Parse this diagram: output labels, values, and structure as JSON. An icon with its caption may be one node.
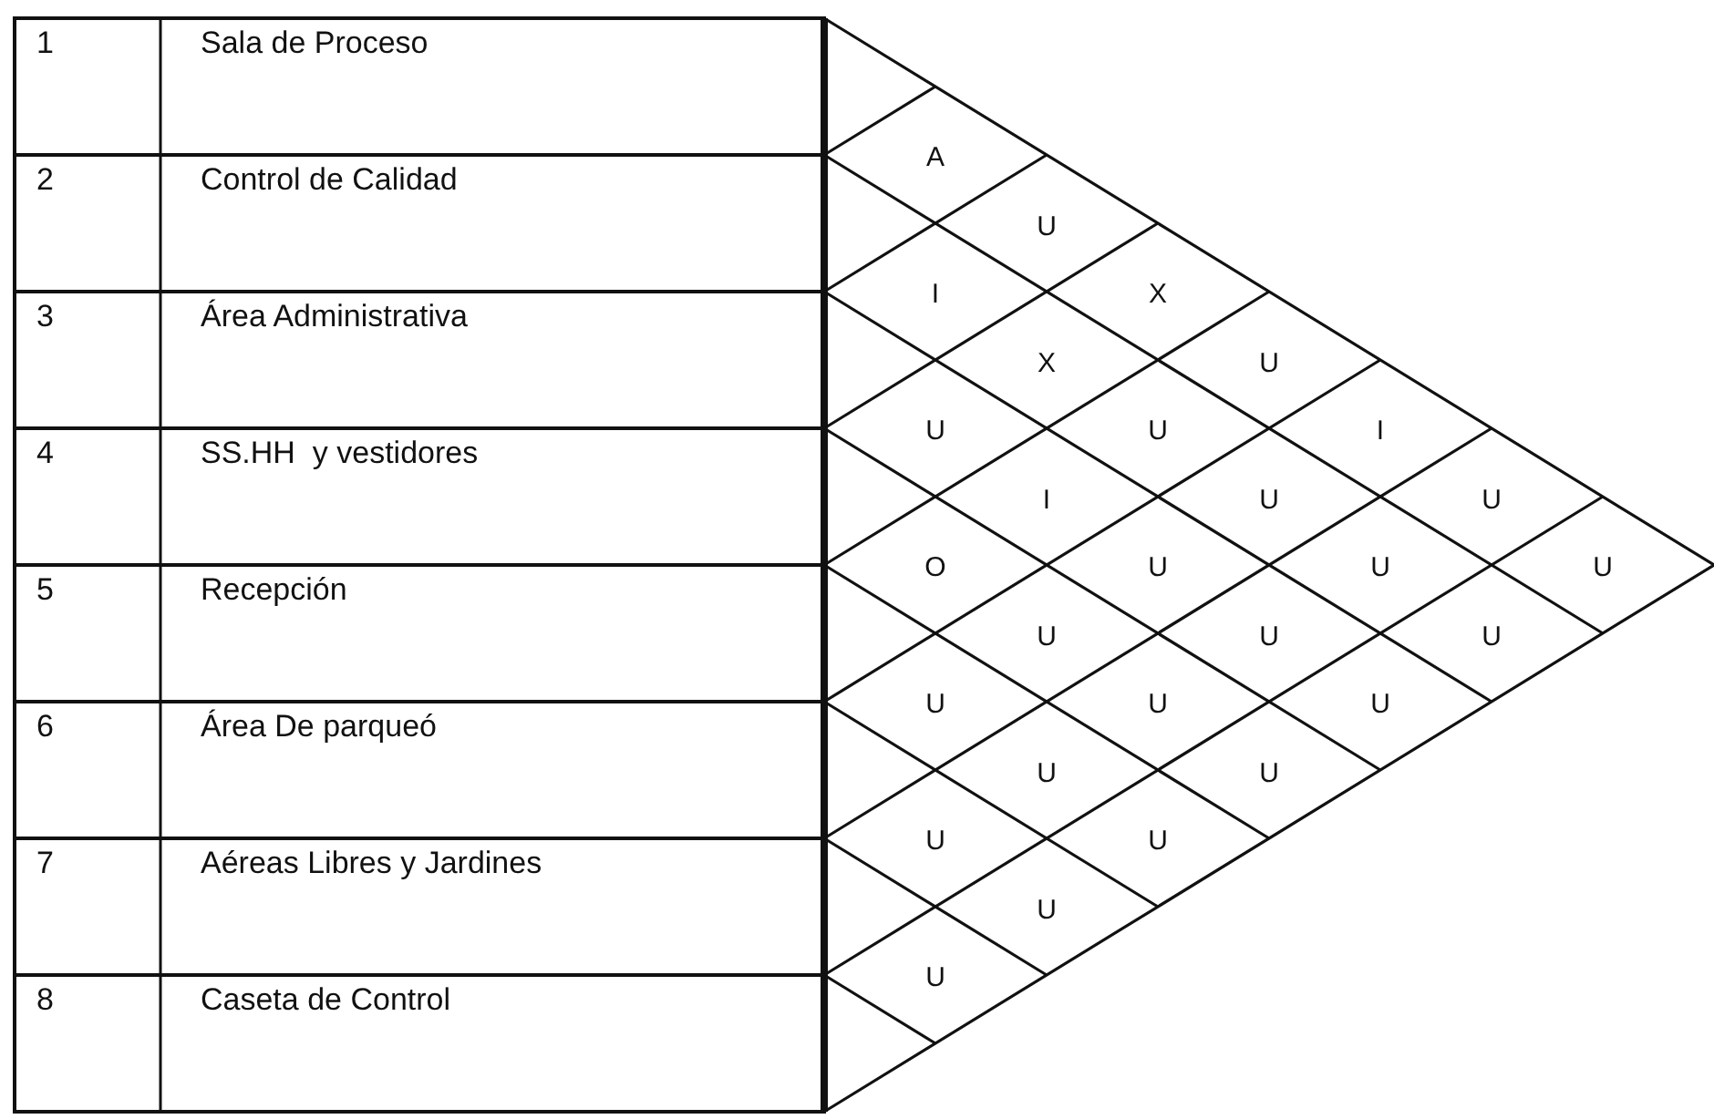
{
  "diagram": {
    "labels": [
      "1",
      "Sala de Proceso",
      "2",
      "Control de Calidad",
      "3",
      "Área Administrativa",
      "4",
      "SS.HH  y vestidores",
      "5",
      "Recepción",
      "6",
      "Área De parqueó",
      "7",
      "Aéreas Libres y Jardines",
      "8",
      "Caseta de Control",
      "A",
      "U",
      "I",
      "X",
      "X",
      "U",
      "U",
      "U",
      "I",
      "I",
      "U",
      "U",
      "O",
      "U",
      "U",
      "U",
      "U",
      "U",
      "U",
      "U",
      "U",
      "U",
      "U",
      "U",
      "U",
      "U",
      "U",
      "U"
    ]
  }
}
